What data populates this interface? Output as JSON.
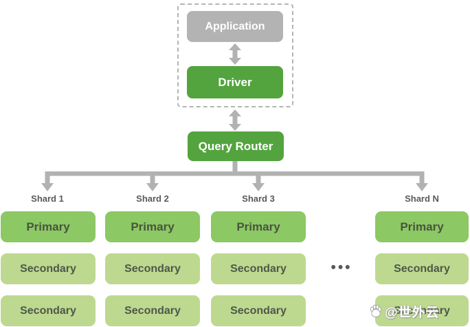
{
  "diagram": {
    "client_group": {
      "application_label": "Application",
      "driver_label": "Driver"
    },
    "query_router_label": "Query Router",
    "shards": [
      {
        "name": "Shard 1",
        "nodes": [
          "Primary",
          "Secondary",
          "Secondary"
        ]
      },
      {
        "name": "Shard 2",
        "nodes": [
          "Primary",
          "Secondary",
          "Secondary"
        ]
      },
      {
        "name": "Shard 3",
        "nodes": [
          "Primary",
          "Secondary",
          "Secondary"
        ]
      },
      {
        "name": "Shard N",
        "nodes": [
          "Primary",
          "Secondary",
          "Secondary"
        ]
      }
    ],
    "ellipsis": "•••",
    "watermark": {
      "text": "@世外云",
      "icon": "paw-logo-icon"
    },
    "colors": {
      "application_box": "#b3b3b3",
      "driver_query_box": "#53a43e",
      "primary_box": "#8cc863",
      "secondary_box": "#bdd98f",
      "arrow_gray": "#b2b2b2",
      "label_text": "#58595b",
      "node_text": "#4a5444",
      "box_text_white": "#ffffff"
    }
  }
}
